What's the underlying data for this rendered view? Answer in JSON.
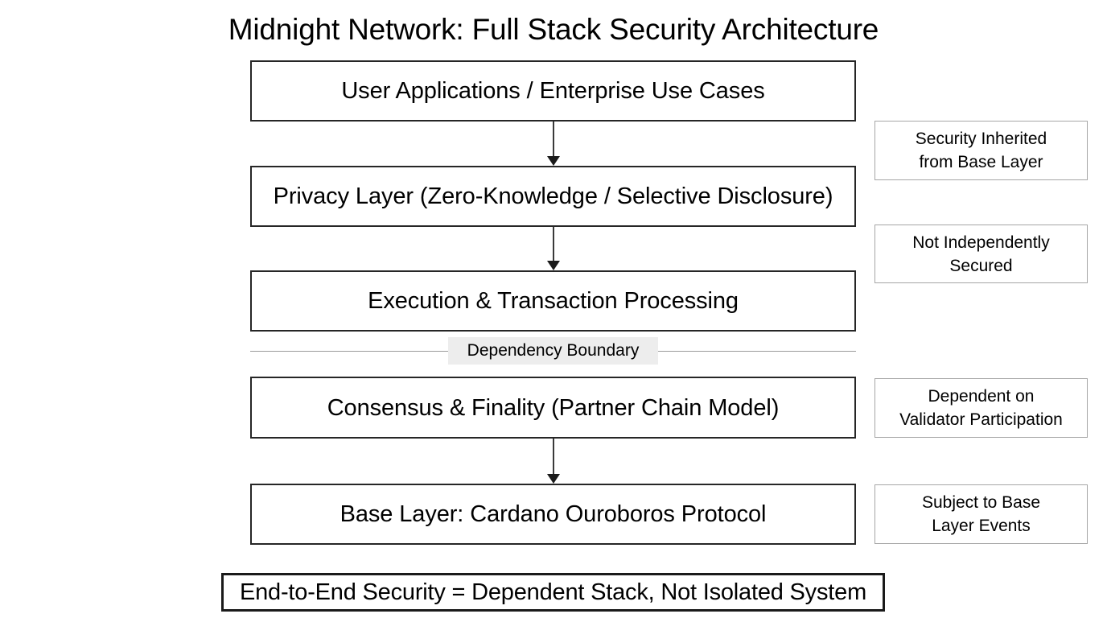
{
  "diagram": {
    "title": "Midnight Network: Full Stack Security Architecture",
    "type": "layered-stack-flow",
    "colors": {
      "background": "#ffffff",
      "layer_box_border": "#262626",
      "note_box_border": "#a6a6a6",
      "summary_box_border": "#1a1a1a",
      "arrow": "#1a1a1a",
      "boundary_rule": "#9a9a9a",
      "boundary_label_background": "#ededed",
      "text": "#000000"
    },
    "layers": [
      {
        "id": "user-applications",
        "label": "User Applications / Enterprise Use Cases"
      },
      {
        "id": "privacy-layer",
        "label": "Privacy Layer (Zero-Knowledge / Selective Disclosure)"
      },
      {
        "id": "execution",
        "label": "Execution & Transaction Processing"
      },
      {
        "id": "consensus",
        "label": "Consensus & Finality (Partner Chain Model)"
      },
      {
        "id": "base-layer",
        "label": "Base Layer: Cardano Ouroboros Protocol"
      }
    ],
    "connectors": [
      {
        "from": "user-applications",
        "to": "privacy-layer",
        "arrow": "down"
      },
      {
        "from": "privacy-layer",
        "to": "execution",
        "arrow": "down"
      },
      {
        "from": "consensus",
        "to": "base-layer",
        "arrow": "down"
      }
    ],
    "boundary": {
      "label": "Dependency Boundary",
      "between": [
        "execution",
        "consensus"
      ]
    },
    "notes": [
      {
        "id": "note-security-inherited",
        "label": "Security Inherited from Base Layer",
        "line1": "Security Inherited",
        "line2": "from Base Layer",
        "annotates": "privacy-layer"
      },
      {
        "id": "note-not-independently-secured",
        "label": "Not Independently Secured",
        "line1": "Not Independently",
        "line2": "Secured",
        "annotates": "execution"
      },
      {
        "id": "note-dependent-on-validators",
        "label": "Dependent on Validator Participation",
        "line1": "Dependent on",
        "line2": "Validator Participation",
        "annotates": "consensus"
      },
      {
        "id": "note-subject-to-base-layer-events",
        "label": "Subject to Base Layer Events",
        "line1": "Subject to Base",
        "line2": "Layer Events",
        "annotates": "base-layer"
      }
    ],
    "summary": {
      "label": "End-to-End Security = Dependent Stack, Not Isolated System"
    }
  }
}
